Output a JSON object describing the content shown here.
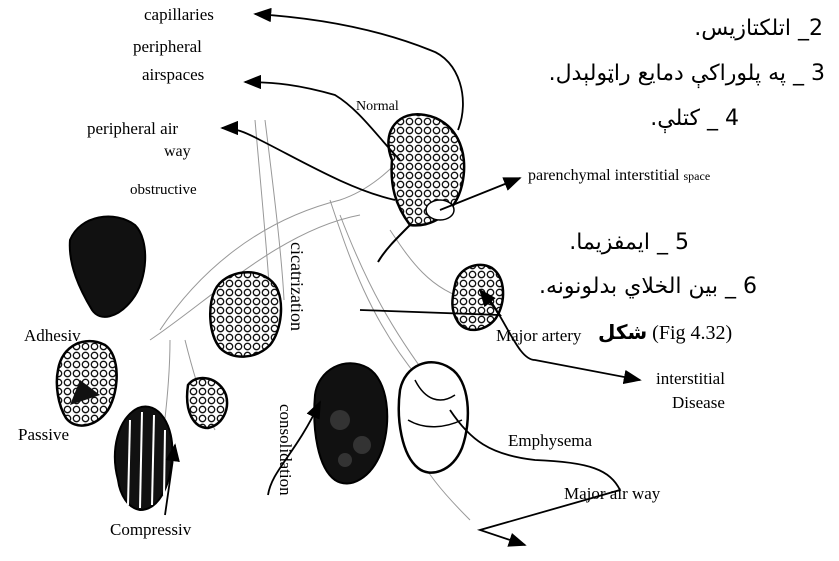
{
  "labels": {
    "capillaries": "capillaries",
    "peripheral_airspaces_1": "peripheral",
    "peripheral_airspaces_2": "airspaces",
    "normal": "Normal",
    "peripheral_airway_1": "peripheral air",
    "peripheral_airway_2": "way",
    "obstructive": "obstructive",
    "parenchymal_interstitial": "parenchymal interstitial",
    "parenchymal_space": "space",
    "adhesive": "Adhesiv",
    "passive": "Passive",
    "compressive": "Compressiv",
    "cicatrization": "cicatrization",
    "consolidation": "consolidation",
    "major_artery": "Major artery",
    "interstitial_1": "interstitial",
    "interstitial_2": "Disease",
    "emphysema": "Emphysema",
    "major_airway": "Major air way"
  },
  "pashto_list": {
    "item2": "2_ اتلکتازیس.",
    "item3": "3 _ په پلوراکې دمايع راټولېدل.",
    "item4": "4 _ کتلې.",
    "item5": "5 _ ايمفزيما.",
    "item6": "6 _ بين الخلاي بدلونونه.",
    "fig_word": "شکل",
    "fig_ref": "(Fig 4.32)"
  },
  "colors": {
    "ink": "#000000",
    "tissue": "#1a1a1a",
    "paper": "#ffffff"
  }
}
